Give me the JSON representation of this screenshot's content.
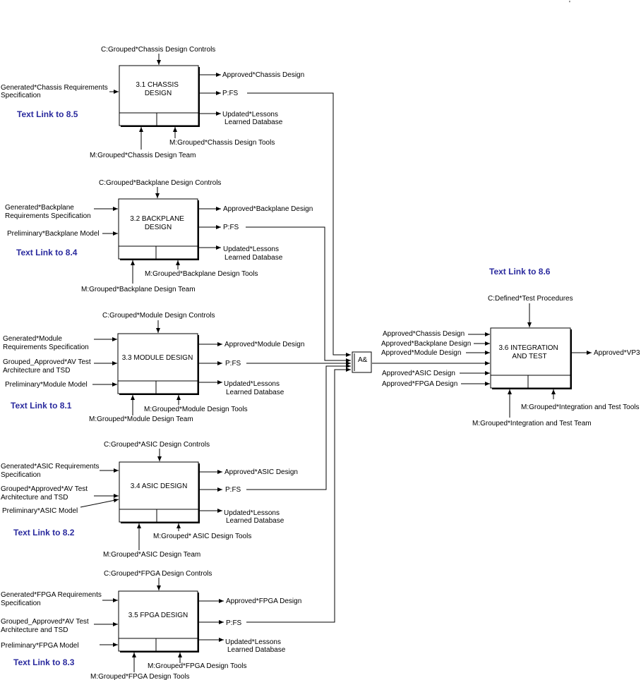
{
  "corner_mark": "'",
  "junction": {
    "label": "A&"
  },
  "activities": [
    {
      "id": "3.1",
      "title_lines": [
        "3.1  CHASSIS",
        "DESIGN"
      ],
      "control": "C:Grouped*Chassis Design Controls",
      "inputs": [
        {
          "lines": [
            "Generated*Chassis Requirements",
            "Specification"
          ]
        }
      ],
      "outputs": [
        "Approved*Chassis Design",
        "P:FS",
        "Updated*Lessons",
        "Learned Database"
      ],
      "mechanisms": [
        "M:Grouped*Chassis Design Tools",
        "M:Grouped*Chassis Design Team"
      ],
      "link": "Text Link to 8.5"
    },
    {
      "id": "3.2",
      "title_lines": [
        "3.2  BACKPLANE",
        "DESIGN"
      ],
      "control": "C:Grouped*Backplane Design Controls",
      "inputs": [
        {
          "lines": [
            "Generated*Backplane",
            "Requirements Specification"
          ]
        },
        {
          "lines": [
            "Preliminary*Backplane Model"
          ]
        }
      ],
      "outputs": [
        "Approved*Backplane Design",
        "P:FS",
        "Updated*Lessons",
        "Learned Database"
      ],
      "mechanisms": [
        "M:Grouped*Backplane Design Tools",
        "M:Grouped*Backplane Design Team"
      ],
      "link": "Text Link to 8.4"
    },
    {
      "id": "3.3",
      "title_lines": [
        "3.3  MODULE DESIGN"
      ],
      "control": "C:Grouped*Module Design Controls",
      "inputs": [
        {
          "lines": [
            "Generated*Module",
            "Requirements Specification"
          ]
        },
        {
          "lines": [
            "Grouped_Approved*AV Test",
            "Architecture and TSD"
          ]
        },
        {
          "lines": [
            "Preliminary*Module Model"
          ]
        }
      ],
      "outputs": [
        "Approved*Module Design",
        "P:FS",
        "Updated*Lessons",
        "Learned Database"
      ],
      "mechanisms": [
        "M:Grouped*Module Design Tools",
        "M:Grouped*Module Design Team"
      ],
      "link": "Text Link to 8.1"
    },
    {
      "id": "3.4",
      "title_lines": [
        "3.4  ASIC DESIGN"
      ],
      "control": "C:Grouped*ASIC Design Controls",
      "inputs": [
        {
          "lines": [
            "Generated*ASIC Requirements",
            "Specification"
          ]
        },
        {
          "lines": [
            "Grouped*Approved*AV Test",
            "Architecture and TSD"
          ]
        },
        {
          "lines": [
            "Preliminary*ASIC Model"
          ]
        }
      ],
      "outputs": [
        "Approved*ASIC Design",
        "P:FS",
        "Updated*Lessons",
        "Learned Database"
      ],
      "mechanisms": [
        "M:Grouped* ASIC Design Tools",
        "M:Grouped*ASIC Design Team"
      ],
      "link": "Text Link to 8.2"
    },
    {
      "id": "3.5",
      "title_lines": [
        "3.5  FPGA DESIGN"
      ],
      "control": "C:Grouped*FPGA Design Controls",
      "inputs": [
        {
          "lines": [
            "Generated*FPGA Requirements",
            "Specification"
          ]
        },
        {
          "lines": [
            "Grouped_Approved*AV Test",
            "Architecture and TSD"
          ]
        },
        {
          "lines": [
            "Preliminary*FPGA Model"
          ]
        }
      ],
      "outputs": [
        "Approved*FPGA Design",
        "P:FS",
        "Updated*Lessons",
        "Learned Database"
      ],
      "mechanisms": [
        "M:Grouped*FPGA Design Tools",
        "M:Grouped*FPGA Design Tools"
      ],
      "link": "Text Link to 8.3"
    },
    {
      "id": "3.6",
      "title_lines": [
        "3.6  INTEGRATION",
        "AND TEST"
      ],
      "control": "C:Defined*Test Procedures",
      "inputs": [
        {
          "lines": [
            "Approved*Chassis Design"
          ]
        },
        {
          "lines": [
            "Approved*Backplane Design"
          ]
        },
        {
          "lines": [
            "Approved*Module Design"
          ]
        },
        {
          "lines": [
            "Approved*ASIC Design"
          ]
        },
        {
          "lines": [
            "Approved*FPGA Design"
          ]
        }
      ],
      "outputs": [
        "Approved*VP3"
      ],
      "mechanisms": [
        "M:Grouped*Integration and Test Tools",
        "M:Grouped*Integration and Test Team"
      ],
      "link": "Text Link to 8.6"
    }
  ]
}
